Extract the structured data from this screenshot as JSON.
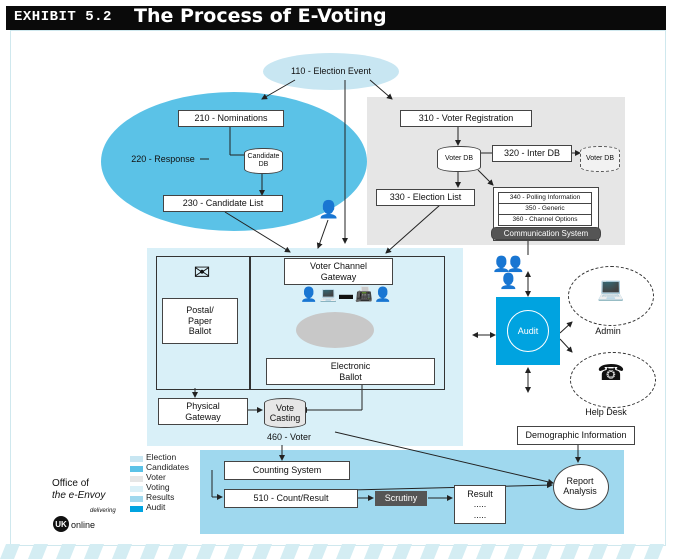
{
  "header": {
    "exhibit": "EXHIBIT 5.2",
    "title": "The Process of E-Voting"
  },
  "colors": {
    "election": "#c8e6f2",
    "candidates": "#5bc2e7",
    "voter": "#e6e6e6",
    "voting": "#d9f0f8",
    "results": "#9fd8ee",
    "audit": "#00a3e0"
  },
  "nodes": {
    "election_event": "110 -  Election Event",
    "nominations": "210 -  Nominations",
    "response": "220 -  Response",
    "candidate_db": "Candidate\nDB",
    "candidate_list": "230 -  Candidate List",
    "voter_registration": "310 - Voter Registration",
    "voter_db": "Voter DB",
    "inter_db": "320 - Inter DB",
    "voter_db_ext": "Voter DB",
    "election_list": "330 -  Election List",
    "polling_info": "340 - Polling Information",
    "generic": "350 - Generic",
    "channel_options": "360 - Channel Options",
    "communication_system": "Communication System",
    "voter_channel_gateway": "Voter Channel\nGateway",
    "postal_ballot": "Postal/\nPaper\nBallot",
    "electronic_ballot": "Electronic\nBallot",
    "physical_gateway": "Physical\nGateway",
    "vote_casting": "Vote\nCasting",
    "voter_460": "460 - Voter",
    "audit": "Audit",
    "admin": "Admin",
    "help_desk": "Help Desk",
    "demographic": "Demographic Information",
    "report_analysis": "Report\nAnalysis",
    "counting_system": "Counting System",
    "count_result": "510 -  Count/Result",
    "scrutiny": "Scrutiny",
    "result": "Result\n.....\n....."
  },
  "legend": [
    {
      "label": "Election",
      "color": "#c8e6f2"
    },
    {
      "label": "Candidates",
      "color": "#5bc2e7"
    },
    {
      "label": "Voter",
      "color": "#e6e6e6"
    },
    {
      "label": "Voting",
      "color": "#d9f0f8"
    },
    {
      "label": "Results",
      "color": "#9fd8ee"
    },
    {
      "label": "Audit",
      "color": "#00a3e0"
    }
  ],
  "logo": {
    "line1": "Office of",
    "line2": "the e-Envoy",
    "delivering": "delivering",
    "uk": "UK",
    "online": "online"
  }
}
